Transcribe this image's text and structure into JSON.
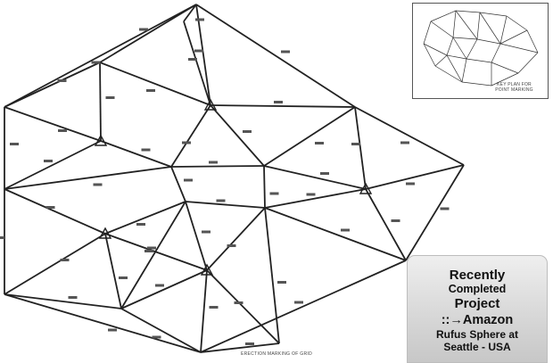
{
  "inset": {
    "title": "KEY PLAN FOR POINT MARKING"
  },
  "drawing": {
    "caption": "ERECTION MARKING OF GRID",
    "colors": {
      "line": "#222222",
      "label": "#555555"
    }
  },
  "project_card": {
    "line1": "Recently",
    "line2": "Completed",
    "line3": "Project",
    "line4": "::→Amazon",
    "line5": "Rufus Sphere at",
    "line6": "Seattle - USA"
  }
}
